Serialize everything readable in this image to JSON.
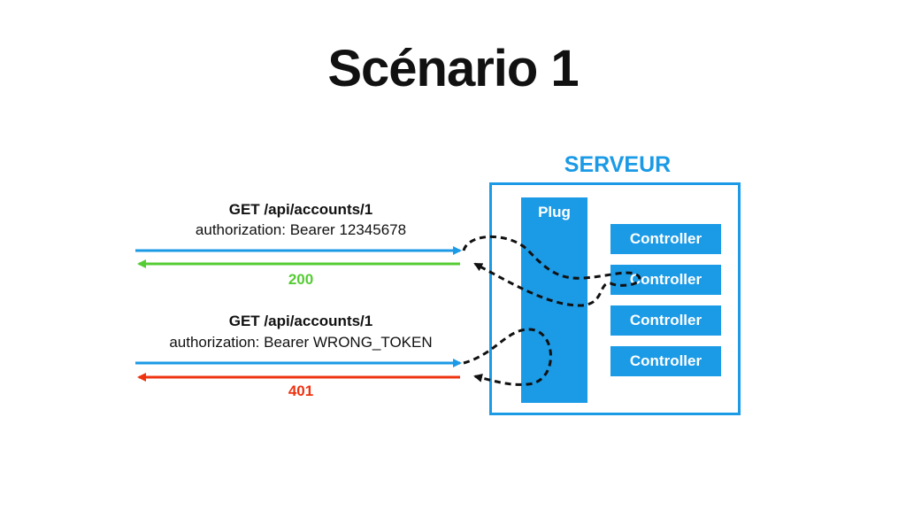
{
  "title": "Scénario 1",
  "server": {
    "label": "SERVEUR",
    "plug_label": "Plug",
    "controllers": [
      "Controller",
      "Controller",
      "Controller",
      "Controller"
    ]
  },
  "requests": [
    {
      "line1": "GET /api/accounts/1",
      "line2": "authorization: Bearer 12345678",
      "status": "200",
      "status_color": "#55cc33"
    },
    {
      "line1": "GET /api/accounts/1",
      "line2": "authorization: Bearer WRONG_TOKEN",
      "status": "401",
      "status_color": "#ee3311"
    }
  ],
  "colors": {
    "request_arrow": "#1b9ae6",
    "server": "#1b9ae6",
    "flow_dashed": "#111111"
  }
}
